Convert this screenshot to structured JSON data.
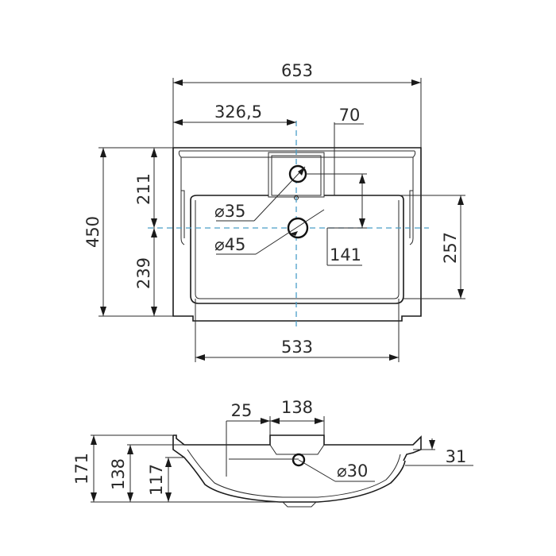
{
  "top_view": {
    "dims": {
      "width_total": "653",
      "half_width": "326,5",
      "tap_offset": "70",
      "depth_total": "450",
      "depth_back": "211",
      "depth_front": "239",
      "tap_to_drain": "141",
      "bowl_depth": "257",
      "bowl_width": "533",
      "tap_hole": "⌀35",
      "drain_hole": "⌀45"
    }
  },
  "side_view": {
    "dims": {
      "rim_thickness": "25",
      "deck_length": "138",
      "height_total": "171",
      "height_mid": "138",
      "height_low": "117",
      "front_lip": "31",
      "overflow_hole": "⌀30"
    }
  },
  "colors": {
    "line": "#1a1a1a",
    "centerline": "#4a9fc8",
    "text": "#2a2a2a"
  }
}
